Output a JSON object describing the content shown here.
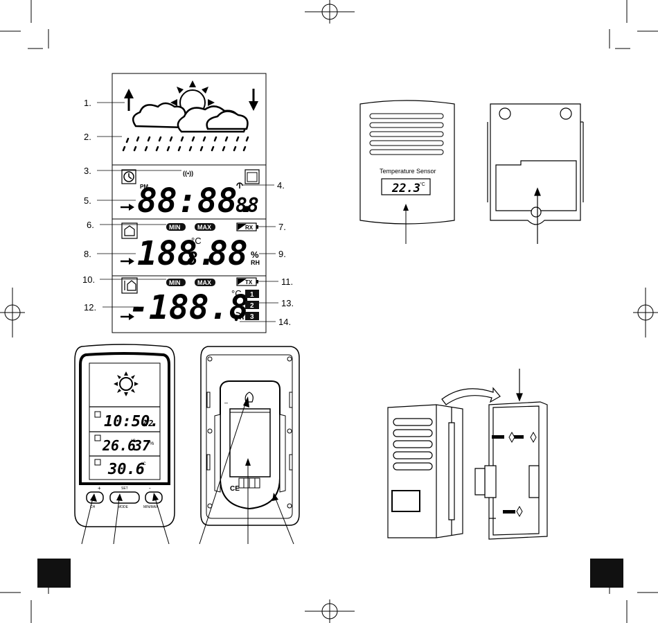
{
  "lcd_callouts": [
    {
      "id": "1",
      "text": "1."
    },
    {
      "id": "2",
      "text": "2."
    },
    {
      "id": "3",
      "text": "3."
    },
    {
      "id": "4",
      "text": "4."
    },
    {
      "id": "5",
      "text": "5."
    },
    {
      "id": "6",
      "text": "6."
    },
    {
      "id": "7",
      "text": "7."
    },
    {
      "id": "8",
      "text": "8."
    },
    {
      "id": "9",
      "text": "9."
    },
    {
      "id": "10",
      "text": "10."
    },
    {
      "id": "11",
      "text": "11."
    },
    {
      "id": "12",
      "text": "12."
    },
    {
      "id": "13",
      "text": "13."
    },
    {
      "id": "14",
      "text": "14."
    }
  ],
  "lcd": {
    "am_pm": "PM",
    "time_main": "88:88.",
    "time_seconds": "88",
    "min_label": "MIN",
    "max_label": "MAX",
    "rx_label": "RX",
    "tx_label": "TX",
    "indoor_temp": "188.",
    "indoor_temp_decimal": "8",
    "temp_unit_c": "°C",
    "temp_unit_f": "°F",
    "humidity": "88",
    "percent": "%",
    "rh": "RH",
    "outdoor_temp": "-188.8",
    "channels": [
      "1",
      "2",
      "3"
    ],
    "signal_glyph": "((•))"
  },
  "sensor_front": {
    "title": "Temperature Sensor",
    "reading": "22.3",
    "unit": "°C"
  },
  "device_front": {
    "time": "10:50.",
    "seconds": "42",
    "indoor_temp": "26.6",
    "indoor_unit": "°C",
    "humidity": "37",
    "humidity_unit": "%",
    "outdoor_temp": "30.6",
    "outdoor_unit": "°C",
    "btn_plus": "+",
    "btn_set": "SET",
    "btn_minus": "-",
    "btn_ch": "CH",
    "btn_mode": "MODE",
    "btn_minmax": "MIN/MAX"
  },
  "device_back": {
    "ce_mark": "CE",
    "minus_mark": "–"
  }
}
